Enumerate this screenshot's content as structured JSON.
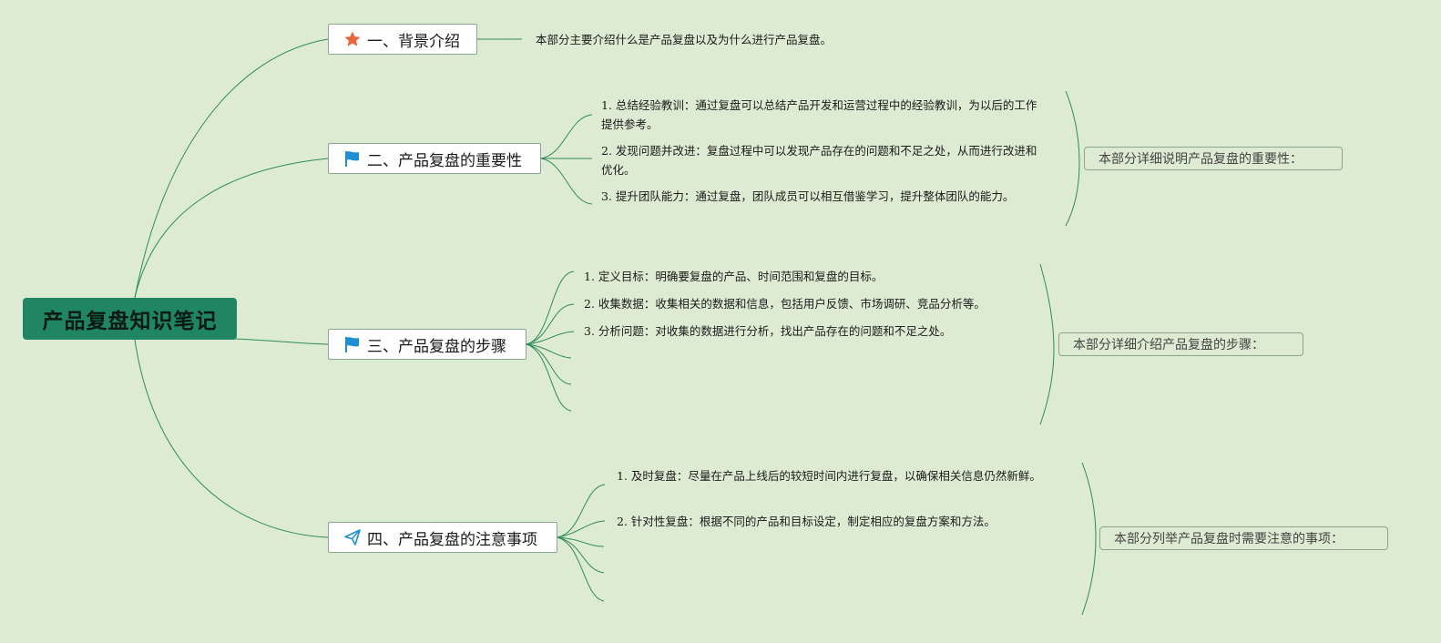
{
  "root": {
    "label": "产品复盘知识笔记"
  },
  "colors": {
    "background": "#ddebd3",
    "root_fill": "#1f8563",
    "line": "#2e8b57",
    "star": "#e8643a",
    "flag": "#1e8fd6"
  },
  "topics": [
    {
      "label": "一、背景介绍",
      "icon": "star-icon"
    },
    {
      "label": "二、产品复盘的重要性",
      "icon": "flag-icon"
    },
    {
      "label": "三、产品复盘的步骤",
      "icon": "flag-icon"
    },
    {
      "label": "四、产品复盘的注意事项",
      "icon": "paper-plane-icon"
    }
  ],
  "background_note": "本部分主要介绍什么是产品复盘以及为什么进行产品复盘。",
  "importance": {
    "items": [
      {
        "num": "1.",
        "text": "总结经验教训：通过复盘可以总结产品开发和运营过程中的经验教训，为以后的工作提供参考。"
      },
      {
        "num": "2.",
        "text": "发现问题并改进：复盘过程中可以发现产品存在的问题和不足之处，从而进行改进和优化。"
      },
      {
        "num": "3.",
        "text": "提升团队能力：通过复盘，团队成员可以相互借鉴学习，提升整体团队的能力。"
      }
    ],
    "summary": "本部分详细说明产品复盘的重要性："
  },
  "steps": {
    "items": [
      {
        "num": "1.",
        "text": "定义目标：明确要复盘的产品、时间范围和复盘的目标。"
      },
      {
        "num": "2.",
        "text": "收集数据：收集相关的数据和信息，包括用户反馈、市场调研、竞品分析等。"
      },
      {
        "num": "3.",
        "text": "分析问题：对收集的数据进行分析，找出产品存在的问题和不足之处。"
      }
    ],
    "summary": "本部分详细介绍产品复盘的步骤："
  },
  "notes": {
    "items": [
      {
        "num": "1.",
        "text": "及时复盘：尽量在产品上线后的较短时间内进行复盘，以确保相关信息仍然新鲜。"
      },
      {
        "num": "2.",
        "text": "针对性复盘：根据不同的产品和目标设定，制定相应的复盘方案和方法。"
      }
    ],
    "summary": "本部分列举产品复盘时需要注意的事项："
  }
}
